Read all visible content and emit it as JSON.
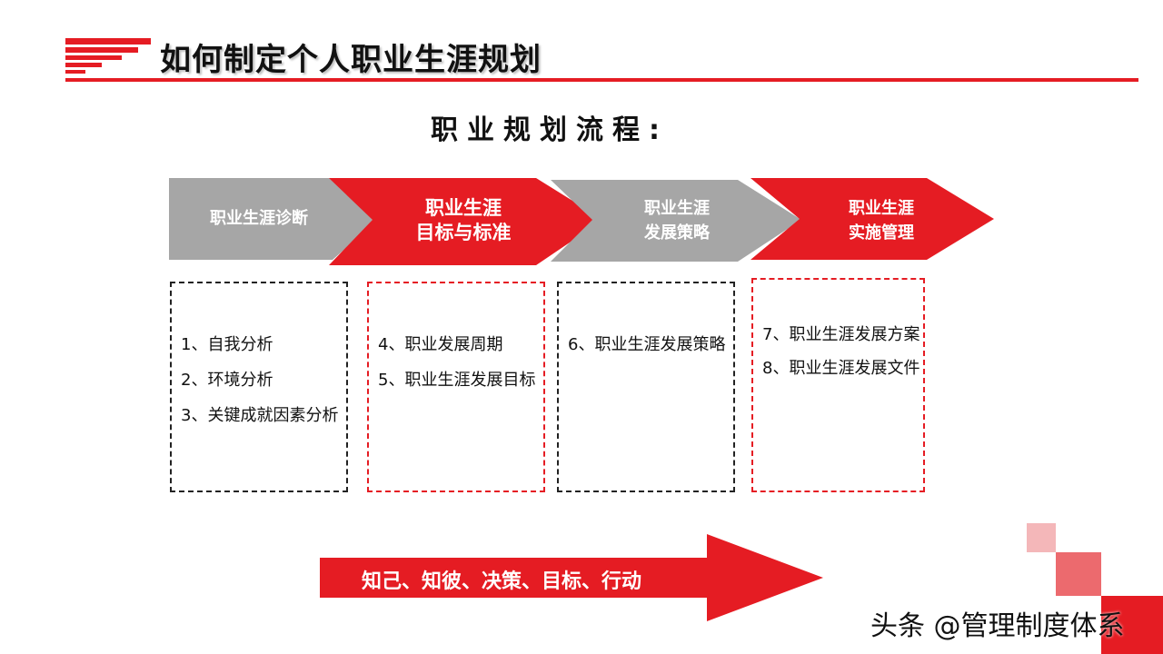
{
  "header": {
    "title": "如何制定个人职业生涯规划"
  },
  "subtitle": "职业规划流程:",
  "process": {
    "steps": [
      {
        "line1": "职业生涯诊断",
        "line2": "",
        "color": "#a6a6a6"
      },
      {
        "line1": "职业生涯",
        "line2": "目标与标准",
        "color": "#e51c23"
      },
      {
        "line1": "职业生涯",
        "line2": "发展策略",
        "color": "#a6a6a6"
      },
      {
        "line1": "职业生涯",
        "line2": "实施管理",
        "color": "#e51c23"
      }
    ]
  },
  "boxes": [
    {
      "items": [
        "1、自我分析",
        "2、环境分析",
        "3、关键成就因素分析"
      ]
    },
    {
      "items": [
        "4、职业发展周期",
        "5、职业生涯发展目标"
      ]
    },
    {
      "items": [
        "6、职业生涯发展策略"
      ]
    },
    {
      "items": [
        "7、职业生涯发展方案",
        "8、职业生涯发展文件"
      ]
    }
  ],
  "bottom_arrow": {
    "text": "知己、知彼、决策、目标、行动"
  },
  "watermark": "头条 @管理制度体系",
  "colors": {
    "accent": "#e51c23",
    "gray": "#a6a6a6",
    "deco_light": "#f4b7b9",
    "deco_mid": "#ec6a6e"
  }
}
